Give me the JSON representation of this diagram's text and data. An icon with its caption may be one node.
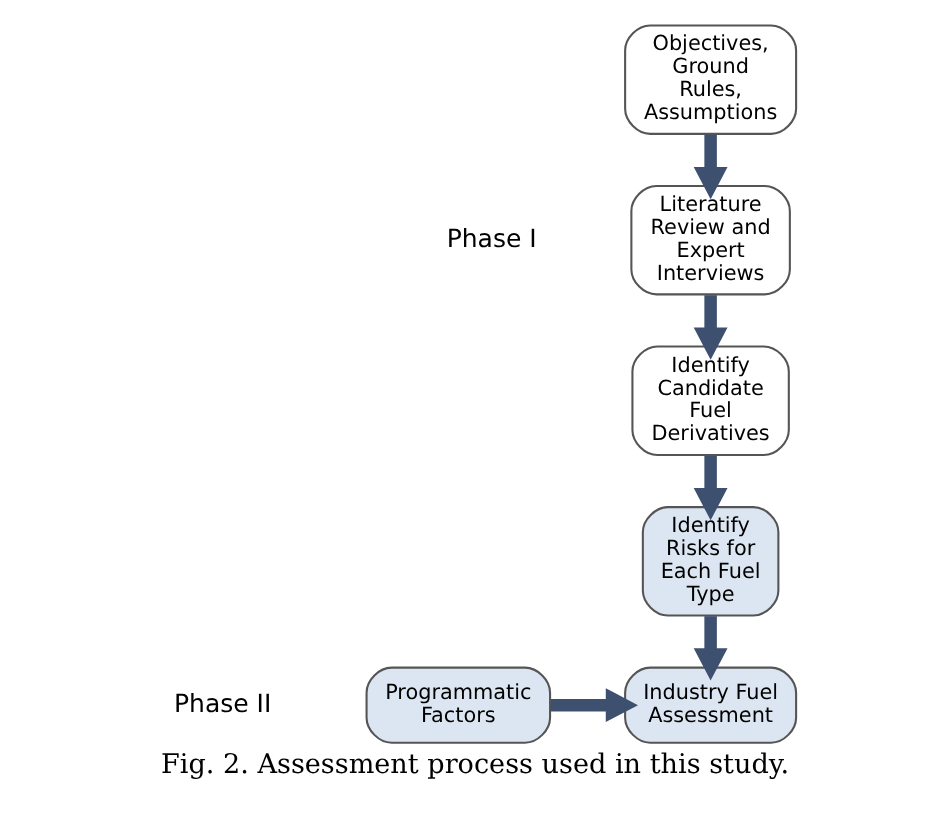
{
  "diagram": {
    "caption": "Fig. 2. Assessment process used in this study.",
    "nodes": [
      {
        "text": [
          "Objectives, Ground Rules, Assumptions"
        ]
      },
      {
        "text": [
          "Literature Review and Expert Interviews"
        ]
      },
      {
        "text": [
          "Identify Candidate Fuel Derivatives"
        ]
      },
      {
        "text": [
          "Identify Risks for Each Fuel Type"
        ]
      },
      {
        "text": [
          "Programmatic Factors"
        ]
      },
      {
        "text": [
          "Industry Fuel Assessment"
        ]
      }
    ],
    "edges": [
      {
        "from": 0,
        "to": 1,
        "arrow": "to"
      },
      {
        "from": 1,
        "to": 2,
        "arrow": "to"
      },
      {
        "from": 2,
        "to": 3,
        "arrow": "to"
      },
      {
        "from": 3,
        "to": 5,
        "arrow": "to"
      },
      {
        "from": 4,
        "to": 5,
        "arrow": "to"
      }
    ],
    "labels": [
      "Phase I",
      "Phase II"
    ]
  }
}
